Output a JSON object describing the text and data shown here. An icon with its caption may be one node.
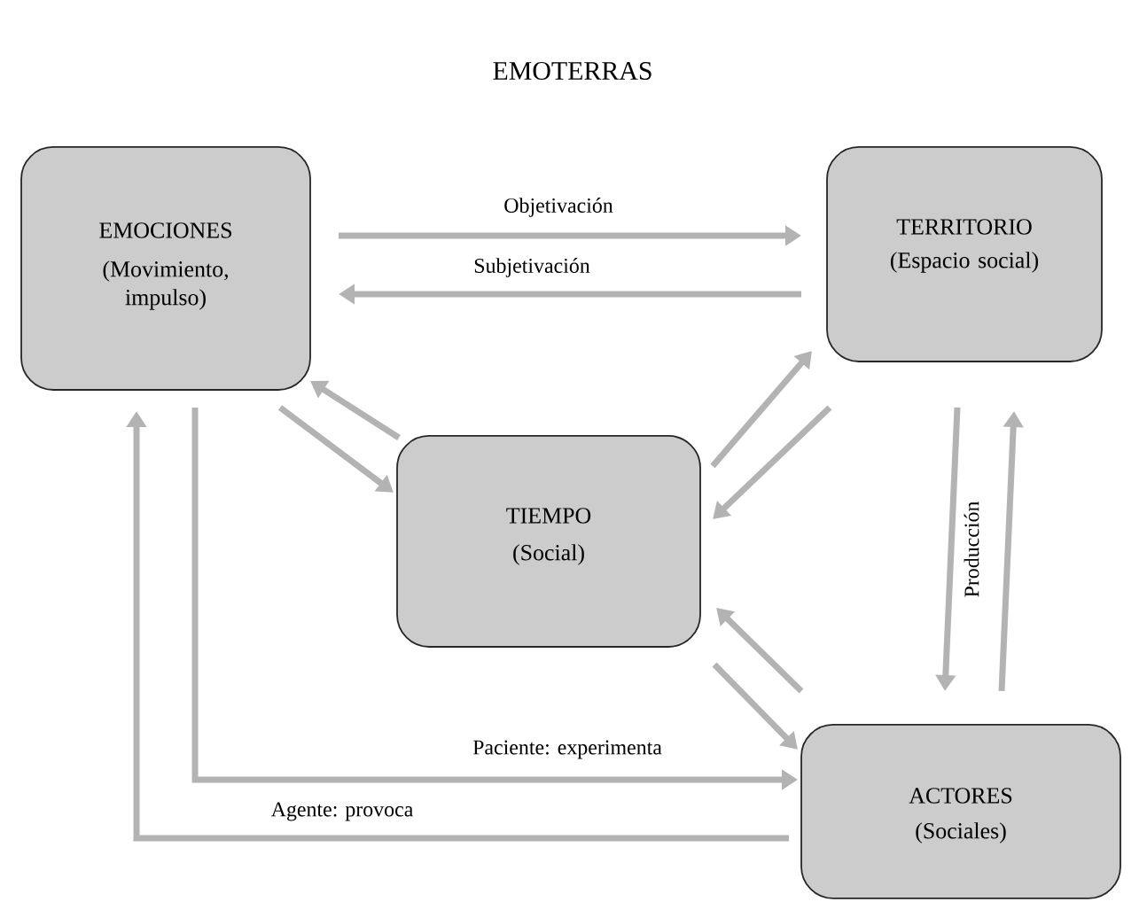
{
  "diagram": {
    "title": "EMOTERRAS",
    "nodes": [
      {
        "text": [
          "EMOCIONES",
          "(Movimiento, impulso)"
        ]
      },
      {
        "text": [
          "TERRITORIO",
          "(Espacio social)"
        ]
      },
      {
        "text": [
          "TIEMPO",
          "(Social)"
        ]
      },
      {
        "text": [
          "ACTORES",
          "(Sociales)"
        ]
      }
    ],
    "edges": [
      {
        "from": 0,
        "to": 1,
        "arrow": "to",
        "label": "Objetivación"
      },
      {
        "from": 1,
        "to": 0,
        "arrow": "to",
        "label": "Subjetivación"
      },
      {
        "from": 0,
        "to": 2,
        "arrow": "to"
      },
      {
        "from": 2,
        "to": 0,
        "arrow": "to"
      },
      {
        "from": 2,
        "to": 1,
        "arrow": "to"
      },
      {
        "from": 1,
        "to": 2,
        "arrow": "to"
      },
      {
        "from": 1,
        "to": 3,
        "arrow": "to",
        "label": "Producción"
      },
      {
        "from": 3,
        "to": 1,
        "arrow": "to"
      },
      {
        "from": 2,
        "to": 3,
        "arrow": "to"
      },
      {
        "from": 3,
        "to": 2,
        "arrow": "to"
      },
      {
        "from": 0,
        "to": 3,
        "arrow": "to",
        "label": "Paciente: experimenta"
      },
      {
        "from": 3,
        "to": 0,
        "arrow": "to",
        "label": "Agente: provoca"
      }
    ]
  }
}
